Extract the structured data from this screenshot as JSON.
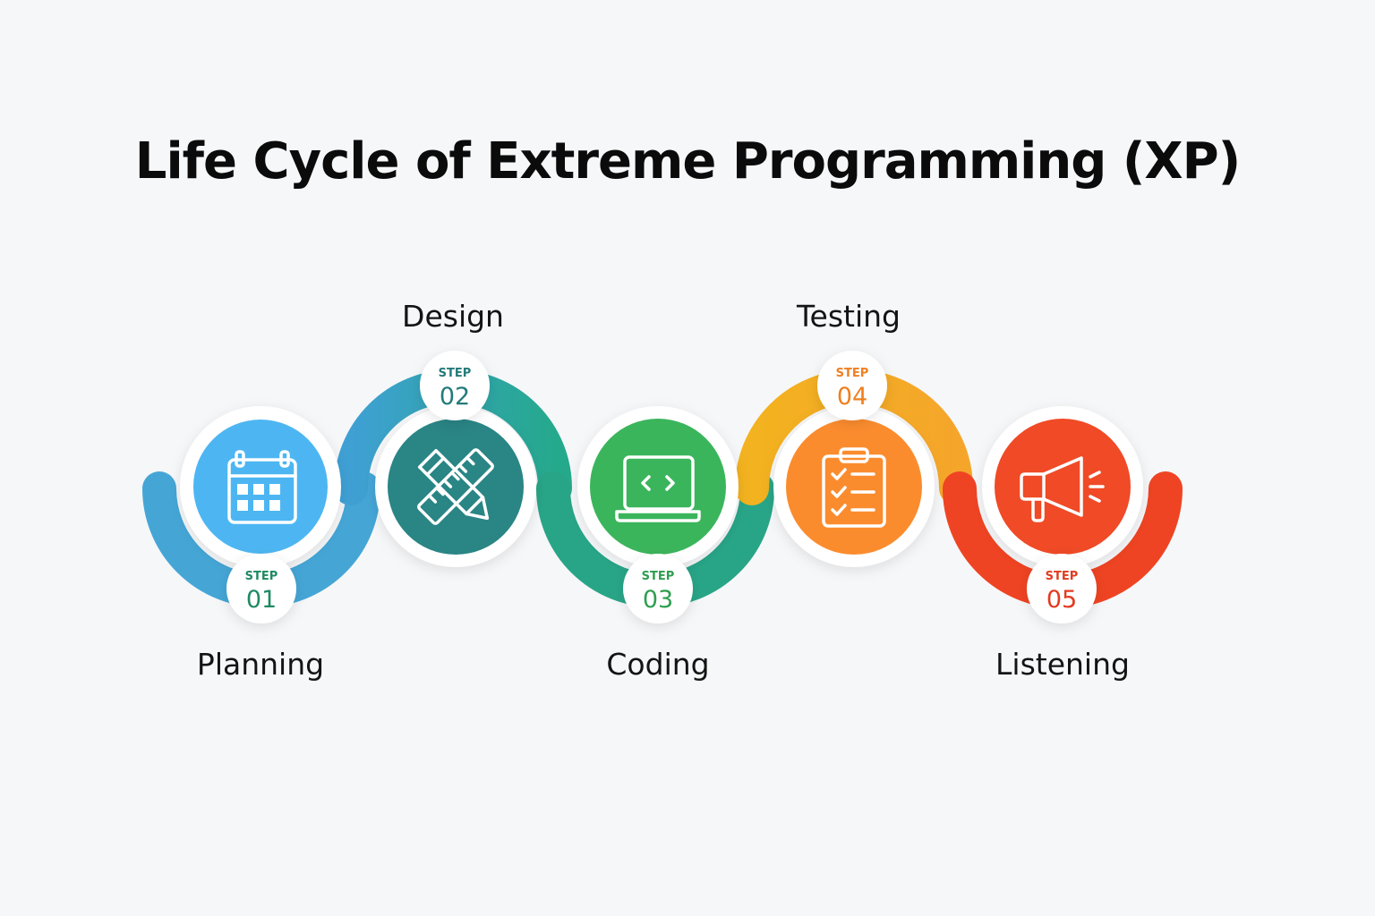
{
  "title": "Life Cycle of Extreme Programming (XP)",
  "step_word": "STEP",
  "steps": [
    {
      "number": "01",
      "label": "Planning",
      "icon": "calendar-icon",
      "color": "#4db6f2",
      "num_color": "#1f8a63",
      "track_color": "#4aa8d8"
    },
    {
      "number": "02",
      "label": "Design",
      "icon": "pencil-ruler-icon",
      "color": "#2a8585",
      "num_color": "#237a7a",
      "track_color": "#26a98a"
    },
    {
      "number": "03",
      "label": "Coding",
      "icon": "laptop-code-icon",
      "color": "#3bb55c",
      "num_color": "#2e9e4f",
      "track_color": "#3aaa7a"
    },
    {
      "number": "04",
      "label": "Testing",
      "icon": "clipboard-checklist-icon",
      "color": "#fb8c2e",
      "num_color": "#f07f1f",
      "track_color": "#f7ae28"
    },
    {
      "number": "05",
      "label": "Listening",
      "icon": "megaphone-icon",
      "color": "#f04a26",
      "num_color": "#e23b20",
      "track_color": "#ef4423"
    }
  ]
}
